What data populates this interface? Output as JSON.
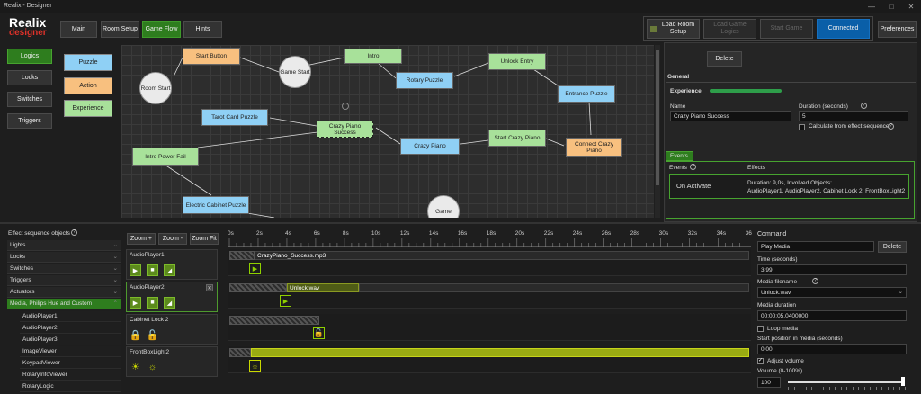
{
  "window": {
    "title": "Realix - Designer"
  },
  "logo": {
    "line1": "Realix",
    "line2": "designer"
  },
  "tabs": [
    "Main",
    "Room Setup",
    "Game Flow",
    "Hints"
  ],
  "toolbar": {
    "load_room_setup": "Load Room Setup",
    "load_game_logics": "Load Game Logics",
    "start_game": "Start Game",
    "connected": "Connected",
    "preferences": "Preferences"
  },
  "sidebar": [
    "Logics",
    "Locks",
    "Switches",
    "Triggers"
  ],
  "legend": {
    "puzzle": "Puzzle",
    "action": "Action",
    "experience": "Experience"
  },
  "flow_nodes": {
    "start_button": "Start Button",
    "game_start": "Game Start",
    "room_start": "Room Start",
    "intro": "Intro",
    "unlock_entry": "Unlock Entry",
    "rotary_puzzle": "Rotary Puzzle",
    "entrance_puzzle": "Entrance Puzzle",
    "tarot_card_puzzle": "Tarot Card Puzzle",
    "crazy_piano_success": "Crazy Piano Success",
    "start_crazy_piano": "Start Crazy Piano",
    "crazy_piano": "Crazy Piano",
    "connect_crazy_piano": "Connect Crazy Piano",
    "intro_power_fail": "Intro Power Fail",
    "electric_cabinet_puzzle": "Electric Cabinet Puzzle",
    "game_end": "Game"
  },
  "props": {
    "delete": "Delete",
    "general": "General",
    "experience": "Experience",
    "experience_color": "#2e9e4a",
    "name_label": "Name",
    "name_value": "Crazy Piano Success",
    "duration_label": "Duration (seconds)",
    "duration_value": "5",
    "calc_label": "Calculate from effect sequence",
    "events_tab": "Events",
    "events_col": "Events",
    "effects_col": "Effects",
    "on_activate": "On Activate",
    "effect_line1": "Duration: 9,0s, Involved Objects:",
    "effect_line2": "AudioPlayer1, AudioPlayer2, Cabinet Lock 2, FrontBoxLight2"
  },
  "effect_objects": {
    "header": "Effect sequence objects",
    "categories": [
      "Lights",
      "Locks",
      "Switches",
      "Triggers",
      "Actuators",
      "Media, Philips Hue and Custom"
    ],
    "media_items": [
      "AudioPlayer1",
      "AudioPlayer2",
      "AudioPlayer3",
      "ImageViewer",
      "KeypadViewer",
      "RotaryInfoViewer",
      "RotaryLogic"
    ]
  },
  "zoom": {
    "plus": "Zoom +",
    "minus": "Zoom -",
    "fit": "Zoom Fit"
  },
  "timeline": {
    "ticks": [
      "0s",
      "2s",
      "4s",
      "6s",
      "8s",
      "10s",
      "12s",
      "14s",
      "16s",
      "18s",
      "20s",
      "22s",
      "24s",
      "26s",
      "28s",
      "30s",
      "32s",
      "34s",
      "36"
    ],
    "tracks": [
      "AudioPlayer1",
      "AudioPlayer2",
      "Cabinet Lock 2",
      "FrontBoxLight2"
    ],
    "clip1": "CrazyPiano_Success.mp3",
    "clip2": "Unlock.wav"
  },
  "command": {
    "command_label": "Command",
    "command_value": "Play Media",
    "delete": "Delete",
    "time_label": "Time (seconds)",
    "time_value": "3.99",
    "media_label": "Media filename",
    "media_value": "Unlock.wav",
    "duration_label": "Media duration",
    "duration_value": "00:00:05.0400000",
    "loop_label": "Loop media",
    "start_label": "Start position in media (seconds)",
    "start_value": "0.00",
    "adjust_label": "Adjust volume",
    "volume_label": "Volume (0-100%)",
    "volume_value": "100",
    "volume_level": 1.0
  }
}
